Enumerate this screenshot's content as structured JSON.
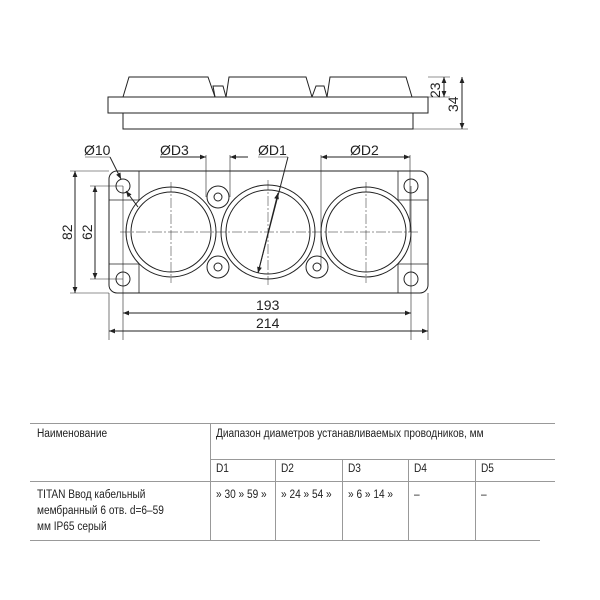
{
  "drawing": {
    "dims": {
      "h_inner": "23",
      "h_total": "34",
      "hole": "Ø10",
      "d3": "ØD3",
      "d1": "ØD1",
      "d2": "ØD2",
      "height_outer": "82",
      "height_inner": "62",
      "width_inner": "193",
      "width_outer": "214"
    }
  },
  "table": {
    "name_header": "Наименование",
    "range_header": "Диапазон диаметров устанавливаемых проводников, мм",
    "columns": [
      "D1",
      "D2",
      "D3",
      "D4",
      "D5"
    ],
    "row": {
      "name_lines": [
        "TITAN Ввод кабельный",
        "мембранный 6 отв. d=6–59",
        "мм IP65 серый"
      ],
      "values": [
        "» 30 » 59 »",
        "» 24 » 54 »",
        "» 6 » 14 »",
        "–",
        "–"
      ]
    }
  }
}
